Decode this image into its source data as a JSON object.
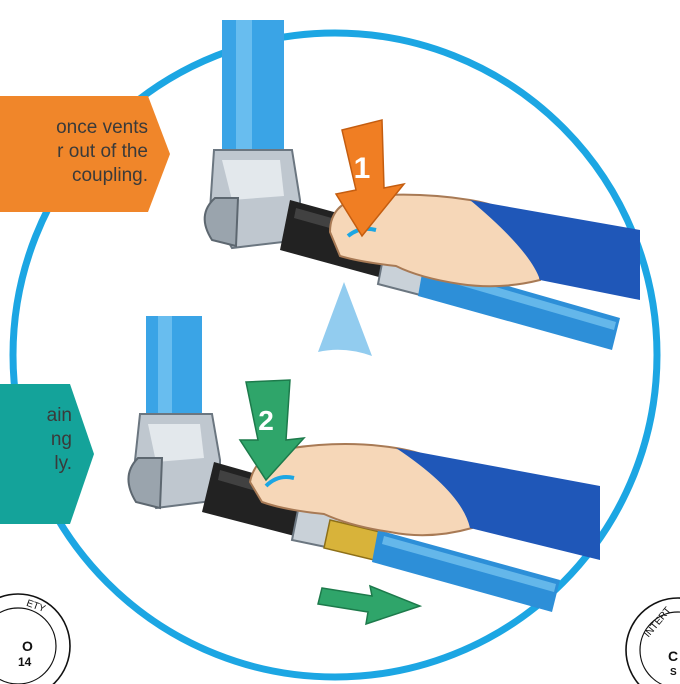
{
  "callouts": {
    "step1": {
      "lines": [
        "once vents",
        "r out of the",
        "coupling."
      ],
      "color": "#f0862a"
    },
    "step2": {
      "lines": [
        "ain",
        "ng",
        "ly."
      ],
      "color": "#14a39a"
    }
  },
  "arrows": {
    "step1_number": "1",
    "step2_number": "2",
    "step1_color": "#f07e23",
    "step2_color": "#2fa56a"
  },
  "circle_color": "#1ca6e3",
  "pipe_color": "#3aa4e6",
  "badges": {
    "left": {
      "ring_text": "ETY",
      "line1": "O",
      "line2": "14"
    },
    "right": {
      "ring_text": "INTERT",
      "line1": "C",
      "line2": "S"
    }
  }
}
